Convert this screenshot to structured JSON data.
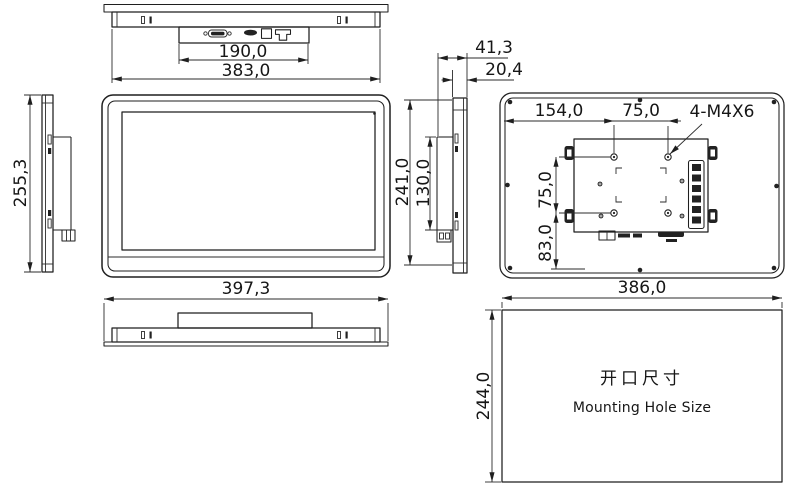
{
  "drawing": {
    "labels": {
      "vesa_thread": "4-M4X6",
      "cutout_title_zh": "开口尺寸",
      "cutout_title_en": "Mounting Hole Size"
    },
    "dimensions": {
      "io_cutout_width": "190,0",
      "chassis_width": "383,0",
      "panel_height": "255,3",
      "total_depth": "41,3",
      "front_module_depth": "20,4",
      "chassis_height": "241,0",
      "rear_box_height": "130,0",
      "vesa_offset_left": "154,0",
      "vesa_pitch_horizontal": "75,0",
      "vesa_pitch_vertical": "75,0",
      "vesa_offset_bottom": "83,0",
      "bezel_width": "397,3",
      "cutout_width": "386,0",
      "cutout_height": "244,0"
    },
    "colors": {
      "line": "#1f1f1f",
      "background": "#ffffff"
    }
  }
}
